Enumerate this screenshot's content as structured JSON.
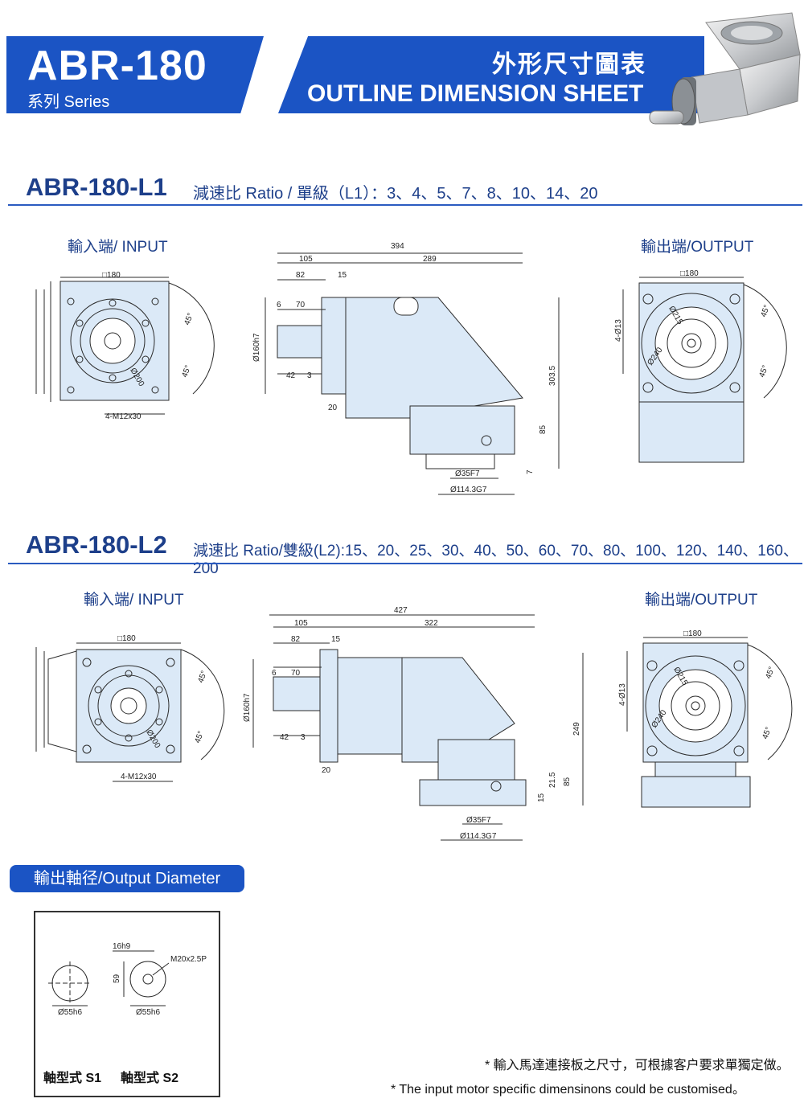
{
  "header": {
    "model": "ABR-180",
    "series": "系列 Series",
    "cn_title": "外形尺寸圖表",
    "en_title": "OUTLINE DIMENSION SHEET"
  },
  "colors": {
    "brand_blue": "#1b54c4",
    "part_fill": "#dbe9f7",
    "line": "#2b2b2b"
  },
  "section_l1": {
    "title": "ABR-180-L1",
    "subtitle": "減速比 Ratio / 單級（L1）：3、4、5、7、8、10、14、20",
    "input_label": "輸入端/ INPUT",
    "output_label": "輸出端/OUTPUT",
    "dims": {
      "square": "□180",
      "total": "394",
      "left": "105",
      "right": "289",
      "d82": "82",
      "d15": "15",
      "d6": "6",
      "d70": "70",
      "d42": "42",
      "d3": "3",
      "d20": "20",
      "bore": "Ø160h7",
      "height": "303.5",
      "d85": "85",
      "d7": "7",
      "shaft": "Ø35F7",
      "pilot": "Ø114.3G7",
      "bolt": "4-M12x30",
      "pcd": "Ø200",
      "angle": "45°",
      "holes": "4-Ø13",
      "d215": "Ø215",
      "d240": "Ø240",
      "out_square": "□180"
    }
  },
  "section_l2": {
    "title": "ABR-180-L2",
    "subtitle": "減速比 Ratio/雙級(L2):15、20、25、30、40、50、60、70、80、100、120、140、160、200",
    "input_label": "輸入端/ INPUT",
    "output_label": "輸出端/OUTPUT",
    "dims": {
      "square": "□180",
      "total": "427",
      "left": "105",
      "right": "322",
      "d82": "82",
      "d15": "15",
      "d6": "6",
      "d70": "70",
      "d42": "42",
      "d3": "3",
      "d20": "20",
      "bore": "Ø160h7",
      "height": "249",
      "d21_5": "21.5",
      "d85": "85",
      "d15b": "15",
      "shaft": "Ø35F7",
      "pilot": "Ø114.3G7",
      "bolt": "4-M12x30",
      "pcd": "Ø200",
      "angle": "45°",
      "holes": "4-Ø13",
      "d215": "Ø215",
      "d240": "Ø240",
      "out_square": "□180"
    }
  },
  "output_diameter": {
    "tag": "輸出軸径/Output Diameter",
    "s1_dia": "Ø55h6",
    "s2_dia": "Ø55h6",
    "s2_key": "16h9",
    "s2_depth": "59",
    "s2_thread": "M20x2.5P",
    "s1_label": "軸型式 S1",
    "s2_label": "軸型式 S2"
  },
  "notes": {
    "cn": "* 輸入馬達連接板之尺寸，可根據客户要求單獨定做。",
    "en": "* The input motor specific dimensinons could be customised。"
  }
}
